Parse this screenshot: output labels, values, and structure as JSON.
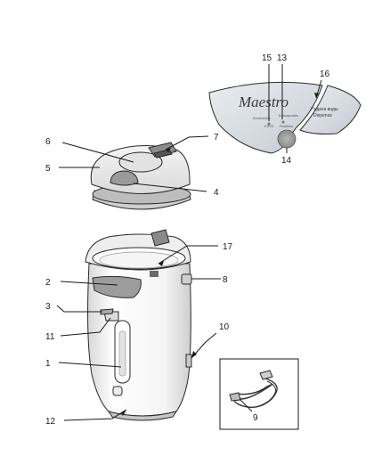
{
  "panel": {
    "brand": "Maestro",
    "button_left_top": "Кипячение",
    "button_left_bottom": "KIPIS",
    "button_mid_top": "Блокировка",
    "button_mid_bottom": "Разблок.",
    "button_right_line1": "Подача воды",
    "button_right_line2": "Dispense"
  },
  "callouts": {
    "c1": "1",
    "c2": "2",
    "c3": "3",
    "c4": "4",
    "c5": "5",
    "c6": "6",
    "c7": "7",
    "c8": "8",
    "c9": "9",
    "c10": "10",
    "c11": "11",
    "c12": "12",
    "c13": "13",
    "c14": "14",
    "c15": "15",
    "c16": "16",
    "c17": "17"
  }
}
